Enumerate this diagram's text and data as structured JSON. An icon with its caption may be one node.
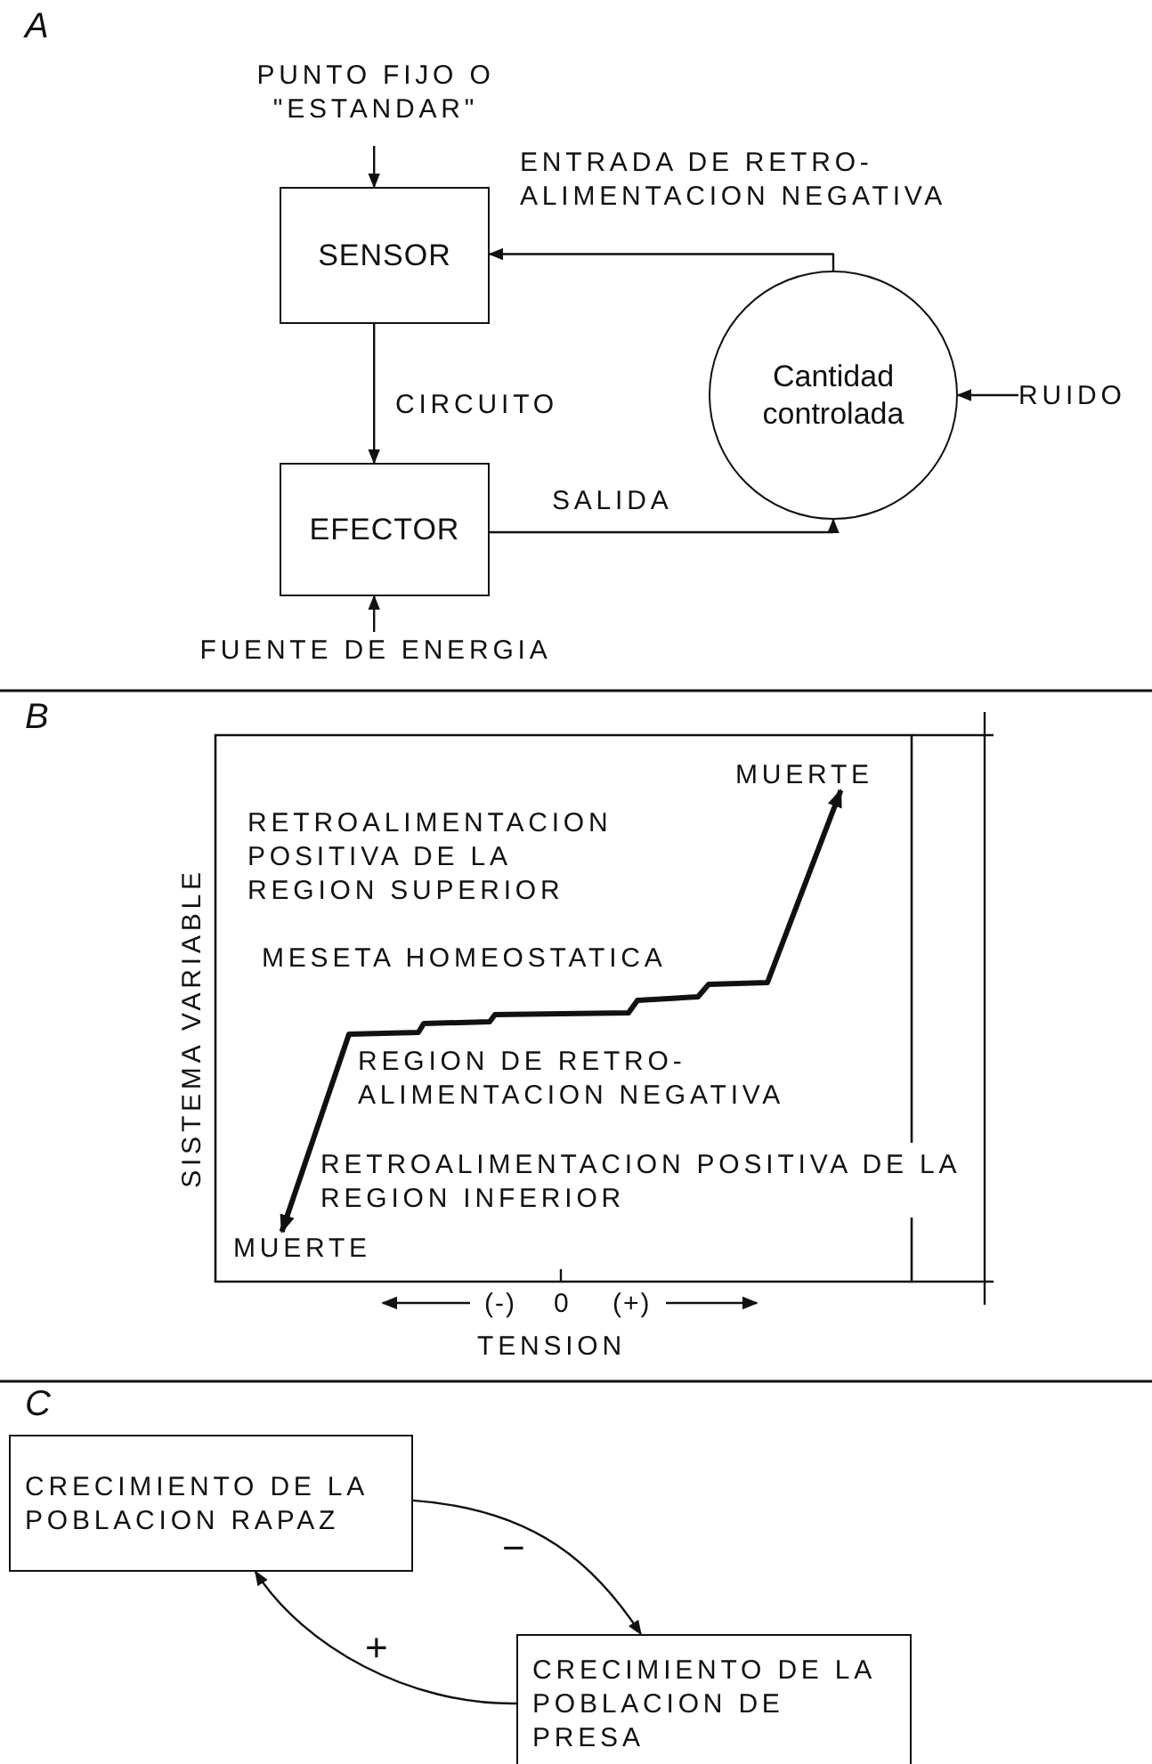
{
  "diagram": {
    "nodes": [
      {
        "text": [
          "PUNTO FIJO O \"ESTANDAR\""
        ]
      },
      {
        "text": [
          "SENSOR"
        ]
      },
      {
        "text": [
          "EFECTOR"
        ]
      },
      {
        "text": [
          "Cantidad controlada"
        ]
      },
      {
        "text": [
          "RUIDO"
        ]
      },
      {
        "text": [
          "FUENTE DE ENERGIA"
        ]
      },
      {
        "text": [
          "MUERTE"
        ]
      },
      {
        "text": [
          "MUERTE"
        ]
      },
      {
        "text": [
          "CRECIMIENTO DE LA POBLACION RAPAZ"
        ]
      },
      {
        "text": [
          "CRECIMIENTO DE LA POBLACION DE PRESA"
        ]
      }
    ],
    "edges": [
      {
        "from": 0,
        "to": 1,
        "arrow": "to"
      },
      {
        "from": 3,
        "to": 1,
        "arrow": "to",
        "label": "ENTRADA DE RETRO-ALIMENTACION NEGATIVA"
      },
      {
        "from": 1,
        "to": 2,
        "arrow": "to",
        "label": "CIRCUITO"
      },
      {
        "from": 2,
        "to": 3,
        "arrow": "to",
        "label": "SALIDA"
      },
      {
        "from": 4,
        "to": 3,
        "arrow": "to"
      },
      {
        "from": 5,
        "to": 2,
        "arrow": "to"
      },
      {
        "from": 8,
        "to": 9,
        "arrow": "to",
        "label": "−"
      },
      {
        "from": 9,
        "to": 8,
        "arrow": "to",
        "label": "+"
      },
      {
        "from": 7,
        "to": 6,
        "arrow": "both",
        "style": "thick"
      }
    ],
    "labels": [
      "A",
      "B",
      "RETROALIMENTACION POSITIVA DE LA REGION SUPERIOR",
      "SISTEMA VARIABLE",
      "MESETA HOMEOSTATICA",
      "REGION DE RETRO-ALIMENTACION NEGATIVA",
      "RETROALIMENTACION POSITIVA DE LA REGION INFERIOR",
      "(-)",
      "0",
      "(+)",
      "TENSION",
      "C"
    ]
  }
}
